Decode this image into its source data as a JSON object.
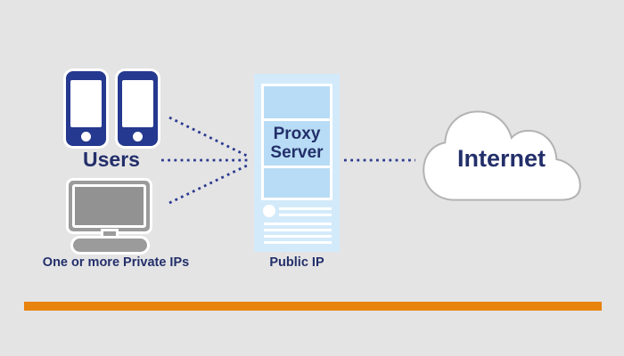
{
  "diagram": {
    "title_implicit": "Proxy server network diagram",
    "users_group": {
      "label": "Users",
      "caption": "One or more Private IPs",
      "devices": [
        "smartphone",
        "smartphone",
        "desktop-monitor"
      ]
    },
    "proxy_group": {
      "label": "Proxy Server",
      "caption": "Public IP",
      "icon": "server-rack-icon"
    },
    "internet_group": {
      "label": "Internet",
      "icon": "cloud-icon"
    },
    "connectors": [
      {
        "from": "smartphones",
        "to": "proxy-server",
        "style": "dotted"
      },
      {
        "from": "users-label",
        "to": "proxy-server",
        "style": "dotted"
      },
      {
        "from": "desktop-monitor",
        "to": "proxy-server",
        "style": "dotted"
      },
      {
        "from": "proxy-server",
        "to": "internet-cloud",
        "style": "dotted"
      }
    ]
  },
  "colors": {
    "background": "#e4e4e5",
    "navy_text": "#232f6a",
    "device_blue": "#24398f",
    "server_outer": "#d3eafa",
    "server_panel": "#b8dcf5",
    "monitor_gray": "#9b9b9b",
    "cloud_fill": "#ffffff",
    "cloud_border": "#b3b3b3",
    "dotted_line": "#2b3a8f",
    "accent_bar": "#e8830d"
  }
}
